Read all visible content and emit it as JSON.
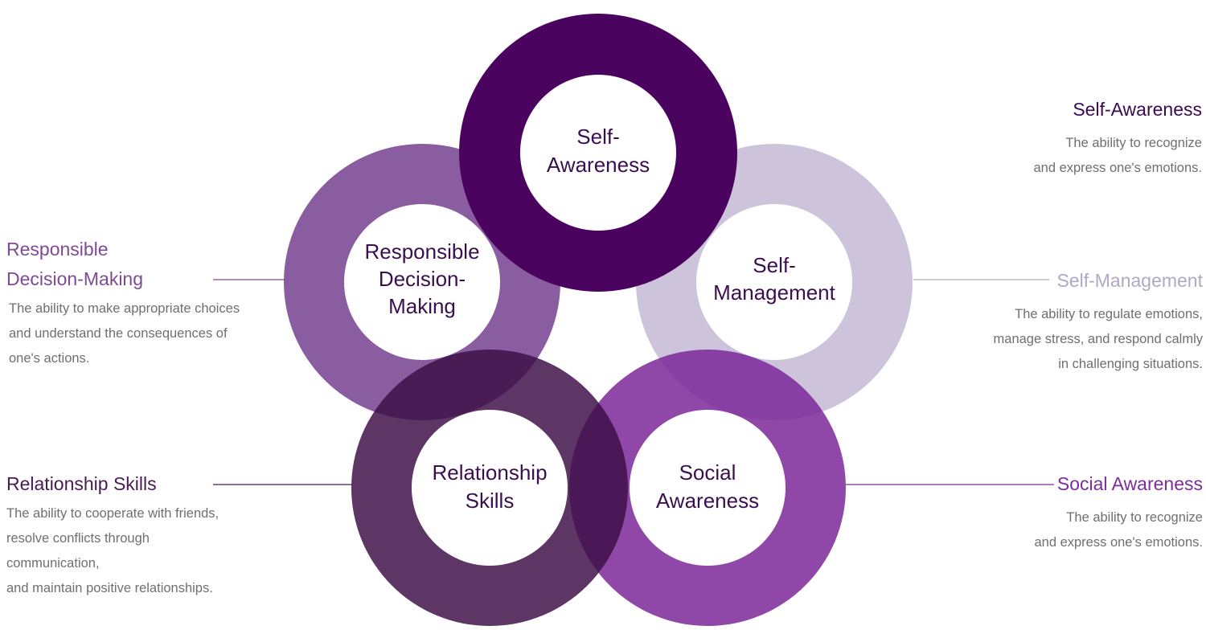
{
  "diagram": {
    "circles": [
      {
        "id": "self-awareness",
        "lines": [
          "Self-",
          "Awareness"
        ],
        "color": "#4a035f",
        "opacity": 1.0
      },
      {
        "id": "responsible-decision-making",
        "lines": [
          "Responsible",
          "Decision-",
          "Making"
        ],
        "color": "#76418f",
        "opacity": 0.85
      },
      {
        "id": "self-management",
        "lines": [
          "Self-",
          "Management"
        ],
        "color": "#b6a8cb",
        "opacity": 0.68
      },
      {
        "id": "relationship-skills",
        "lines": [
          "Relationship",
          "Skills"
        ],
        "color": "#3e0f47",
        "opacity": 0.84
      },
      {
        "id": "social-awareness",
        "lines": [
          "Social",
          "Awareness"
        ],
        "color": "#7a2597",
        "opacity": 0.84
      }
    ]
  },
  "panels": {
    "self_awareness": {
      "title": "Self-Awareness",
      "color": "#3a0a4f",
      "lines": [
        "The ability to recognize",
        "and express one's emotions."
      ]
    },
    "self_management": {
      "title": "Self-Management",
      "color": "#b0a8c4",
      "lines": [
        "The ability to regulate emotions,",
        "manage stress, and respond calmly",
        "in challenging situations."
      ]
    },
    "social_awareness": {
      "title": "Social Awareness",
      "color": "#7d2d9a",
      "lines": [
        "The ability to recognize",
        "and express one's emotions."
      ]
    },
    "responsible_decision_making": {
      "title_lines": [
        "Responsible",
        "Decision-Making"
      ],
      "color": "#7f4a93",
      "lines": [
        "The ability to make appropriate choices",
        "and understand the consequences of",
        "one's actions."
      ]
    },
    "relationship_skills": {
      "title": "Relationship Skills",
      "color": "#4a1a55",
      "lines": [
        "The ability to cooperate with friends,",
        "resolve conflicts through",
        "communication,",
        "and maintain positive relationships."
      ]
    }
  }
}
